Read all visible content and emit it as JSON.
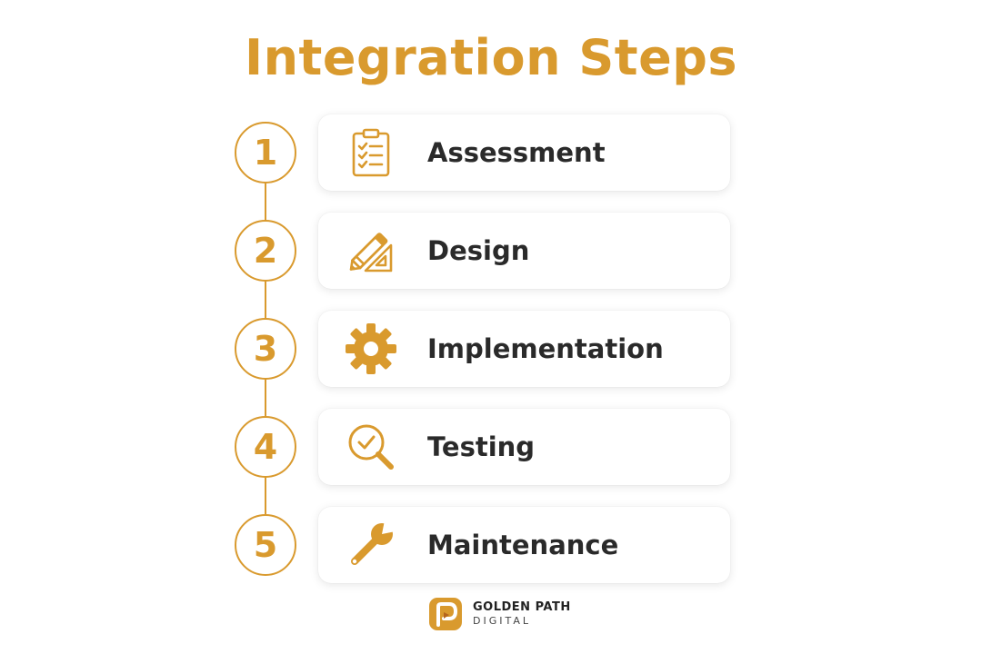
{
  "title": "Integration Steps",
  "colors": {
    "accent": "#D99A2E",
    "text": "#2a2a2a",
    "card_bg": "#ffffff"
  },
  "steps": [
    {
      "number": "1",
      "label": "Assessment",
      "icon": "clipboard-checklist-icon"
    },
    {
      "number": "2",
      "label": "Design",
      "icon": "pencil-ruler-icon"
    },
    {
      "number": "3",
      "label": "Implementation",
      "icon": "gear-icon"
    },
    {
      "number": "4",
      "label": "Testing",
      "icon": "magnifier-check-icon"
    },
    {
      "number": "5",
      "label": "Maintenance",
      "icon": "wrench-icon"
    }
  ],
  "brand": {
    "name": "GOLDEN PATH",
    "subtitle": "DIGITAL",
    "icon": "golden-path-logo-icon"
  }
}
